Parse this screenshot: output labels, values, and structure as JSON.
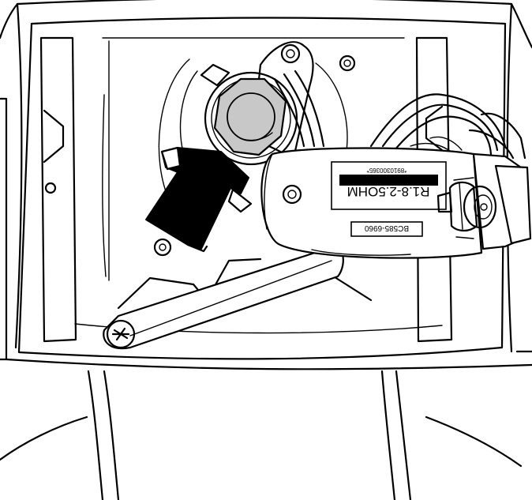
{
  "sensor": {
    "barcode_text": "*8910300365*",
    "resistance_label": "R1.8-2.5OHM",
    "part_number": "BC585-6960"
  },
  "colors": {
    "line": "#000000",
    "nut_fill": "#c8c8c8",
    "barcode_fill": "#000000",
    "arrow_fill": "#000000",
    "background": "#ffffff"
  }
}
